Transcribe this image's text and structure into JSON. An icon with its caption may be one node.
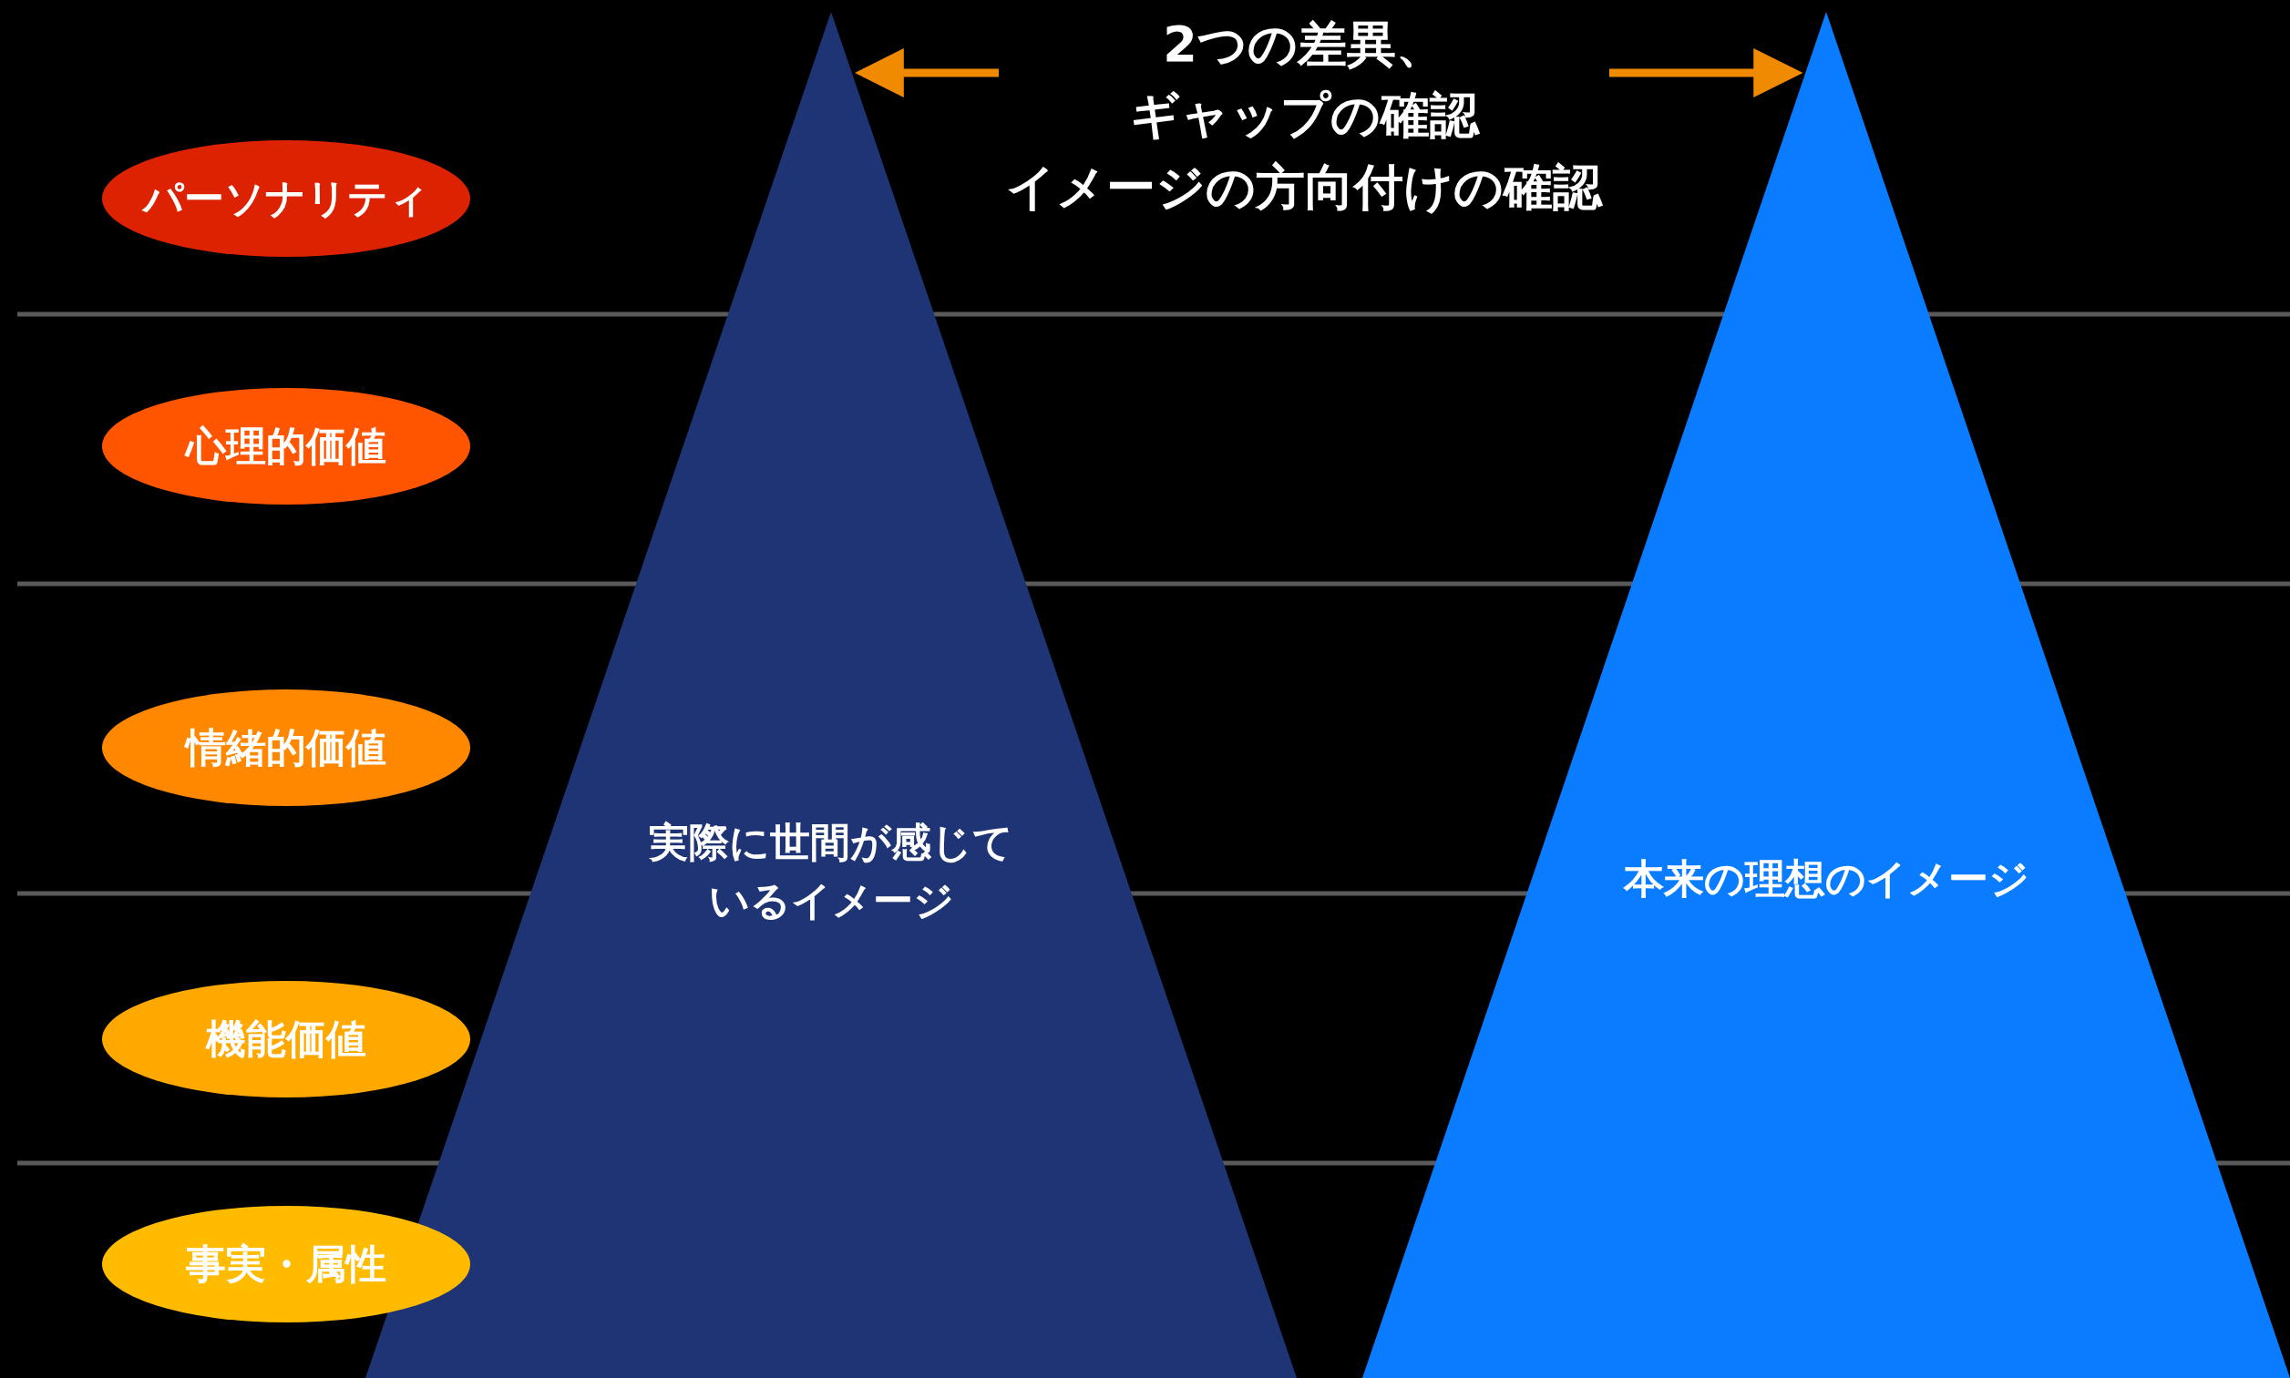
{
  "diagram": {
    "nodes": [
      {
        "text": [
          "パーソナリティ"
        ]
      },
      {
        "text": [
          "心理的価値"
        ]
      },
      {
        "text": [
          "情緒的価値"
        ]
      },
      {
        "text": [
          "機能価値"
        ]
      },
      {
        "text": [
          "事実・属性"
        ]
      },
      {
        "text": [
          "実際に世間が感じているイメージ"
        ]
      },
      {
        "text": [
          "本来の理想のイメージ"
        ]
      },
      {
        "text": [
          "2つの差異、",
          "ギャップの確認",
          "イメージの方向付けの確認"
        ]
      }
    ],
    "edges": [
      {
        "from": 7,
        "to": 5,
        "arrow": "to",
        "color": "#f08a00"
      },
      {
        "from": 7,
        "to": 6,
        "arrow": "to",
        "color": "#f08a00"
      }
    ]
  }
}
